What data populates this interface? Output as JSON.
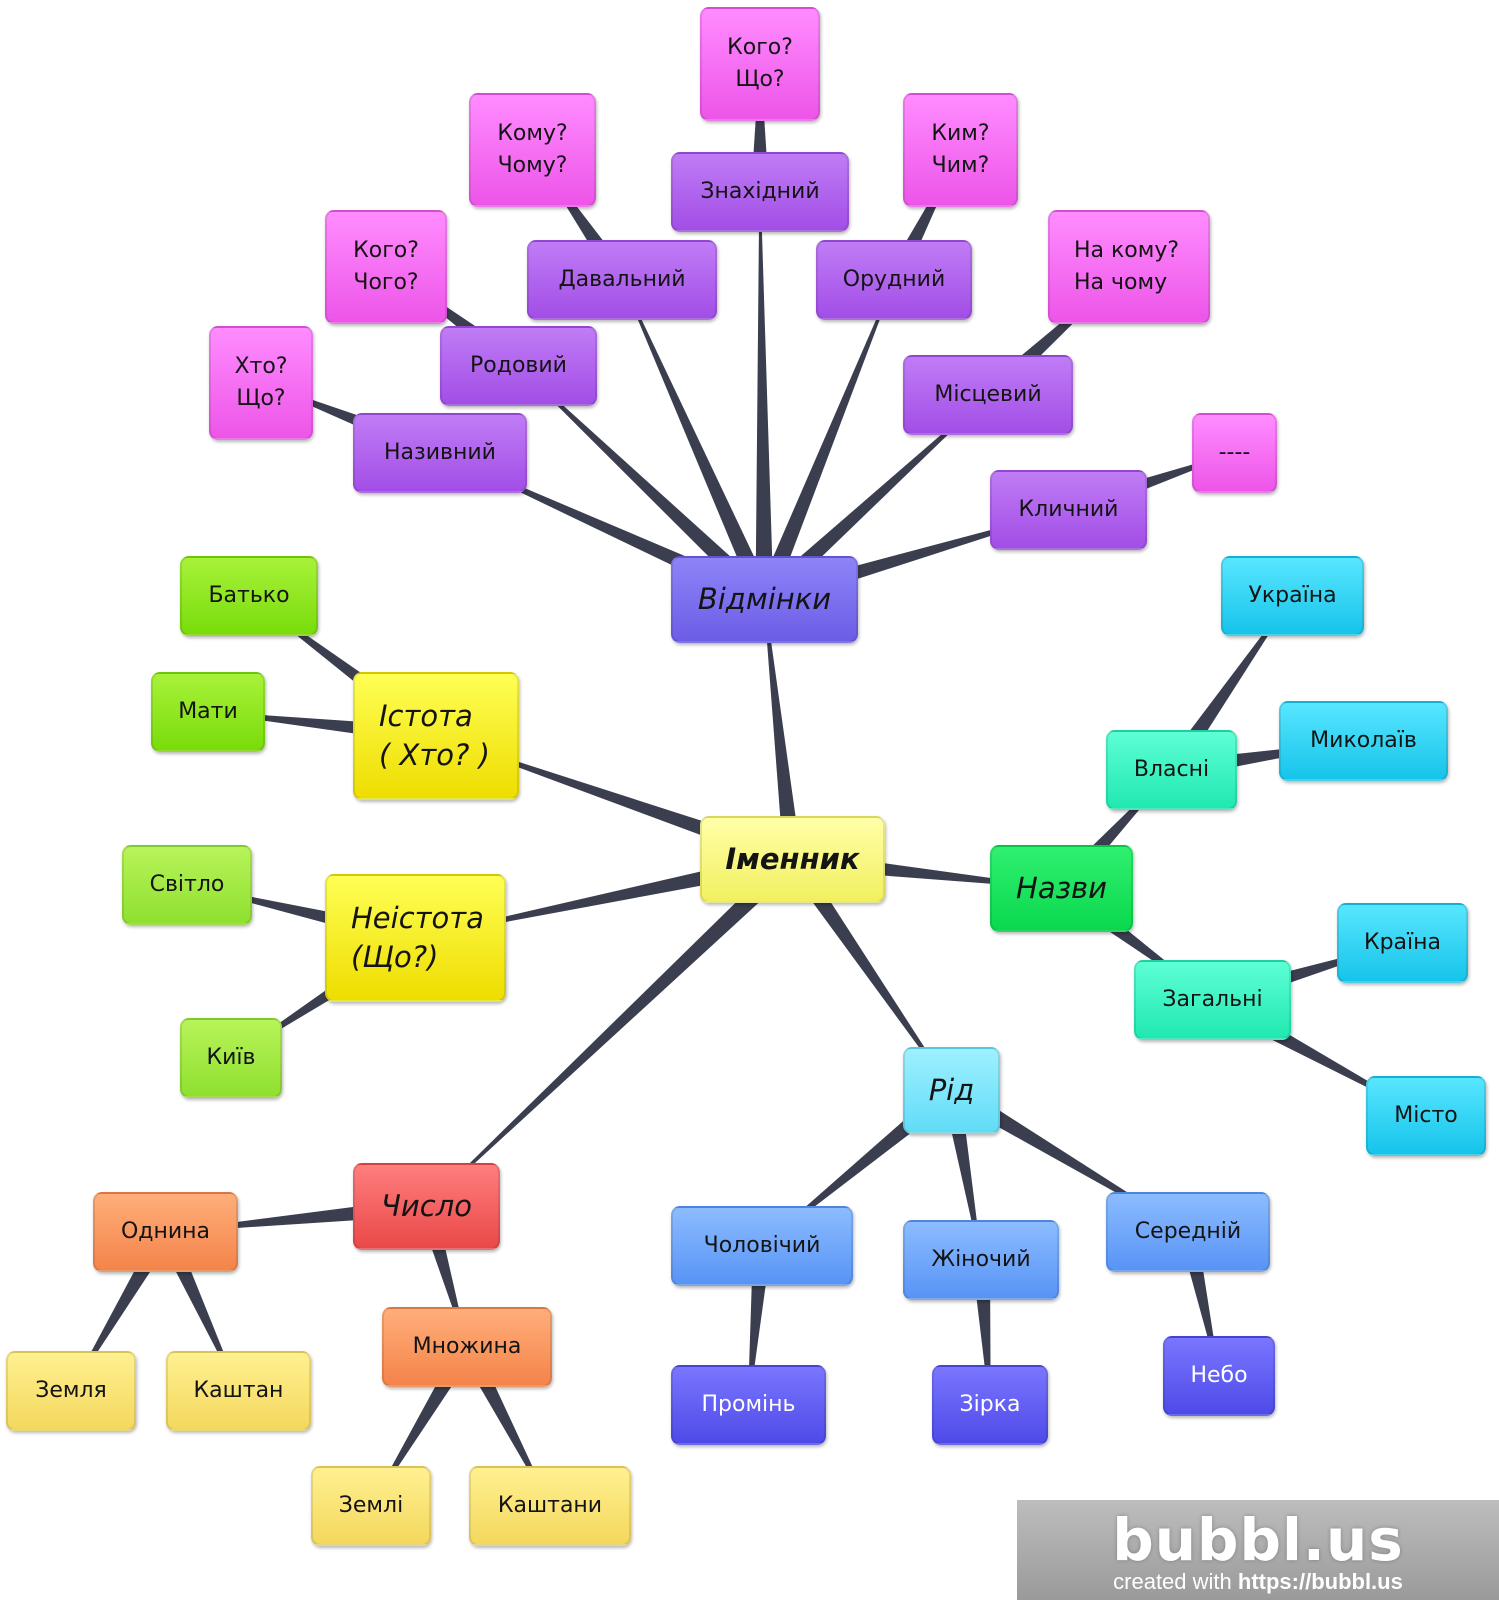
{
  "diagram": {
    "nodes": [
      {
        "id": "imennyk",
        "label": "Іменник"
      },
      {
        "id": "vidminky",
        "label": "Відмінки"
      },
      {
        "id": "nazyvnyi",
        "label": "Називний"
      },
      {
        "id": "rodovyi",
        "label": "Родовий"
      },
      {
        "id": "davalnyi",
        "label": "Давальний"
      },
      {
        "id": "znakhidnyi",
        "label": "Знахідний"
      },
      {
        "id": "orudnyi",
        "label": "Орудний"
      },
      {
        "id": "mistsevyi",
        "label": "Місцевий"
      },
      {
        "id": "klychnyi",
        "label": "Кличний"
      },
      {
        "id": "q_nazyvnyi",
        "label": "Хто?\nЩо?"
      },
      {
        "id": "q_rodovyi",
        "label": "Кого?\nЧого?"
      },
      {
        "id": "q_davalnyi",
        "label": "Кому?\nЧому?"
      },
      {
        "id": "q_znakhidnyi",
        "label": "Кого?\nЩо?"
      },
      {
        "id": "q_orudnyi",
        "label": "Ким?\nЧим?"
      },
      {
        "id": "q_mistsevyi",
        "label": "На кому?\nНа чому"
      },
      {
        "id": "q_klychnyi",
        "label": "----"
      },
      {
        "id": "istota",
        "label": "Істота\n( Хто?  )"
      },
      {
        "id": "batko",
        "label": "Батько"
      },
      {
        "id": "maty",
        "label": "Мати"
      },
      {
        "id": "neistota",
        "label": "Неістота\n(Що?)"
      },
      {
        "id": "svitlo",
        "label": "Світло"
      },
      {
        "id": "kyiv",
        "label": "Київ"
      },
      {
        "id": "nazvy",
        "label": "Назви"
      },
      {
        "id": "vlasni",
        "label": "Власні"
      },
      {
        "id": "ukraina",
        "label": "Україна"
      },
      {
        "id": "mykolaiv",
        "label": "Миколаїв"
      },
      {
        "id": "zahalni",
        "label": "Загальні"
      },
      {
        "id": "kraina",
        "label": "Країна"
      },
      {
        "id": "misto",
        "label": "Місто"
      },
      {
        "id": "rid",
        "label": "Рід"
      },
      {
        "id": "cholovichyi",
        "label": "Чоловічий"
      },
      {
        "id": "zhinochyi",
        "label": "Жіночий"
      },
      {
        "id": "serednii",
        "label": "Середній"
      },
      {
        "id": "promin",
        "label": "Промінь"
      },
      {
        "id": "zirka",
        "label": "Зірка"
      },
      {
        "id": "nebo",
        "label": "Небо"
      },
      {
        "id": "chyslo",
        "label": "Число"
      },
      {
        "id": "odnyna",
        "label": "Однина"
      },
      {
        "id": "mnozhyna",
        "label": "Множина"
      },
      {
        "id": "zemlia",
        "label": "Земля"
      },
      {
        "id": "kashtan",
        "label": "Каштан"
      },
      {
        "id": "zemli",
        "label": "Землі"
      },
      {
        "id": "kashtany",
        "label": "Каштани"
      }
    ],
    "edges": [
      [
        "imennyk",
        "vidminky"
      ],
      [
        "imennyk",
        "istota"
      ],
      [
        "imennyk",
        "neistota"
      ],
      [
        "imennyk",
        "nazvy"
      ],
      [
        "imennyk",
        "rid"
      ],
      [
        "imennyk",
        "chyslo"
      ],
      [
        "vidminky",
        "nazyvnyi"
      ],
      [
        "vidminky",
        "rodovyi"
      ],
      [
        "vidminky",
        "davalnyi"
      ],
      [
        "vidminky",
        "znakhidnyi"
      ],
      [
        "vidminky",
        "orudnyi"
      ],
      [
        "vidminky",
        "mistsevyi"
      ],
      [
        "vidminky",
        "klychnyi"
      ],
      [
        "nazyvnyi",
        "q_nazyvnyi"
      ],
      [
        "rodovyi",
        "q_rodovyi"
      ],
      [
        "davalnyi",
        "q_davalnyi"
      ],
      [
        "znakhidnyi",
        "q_znakhidnyi"
      ],
      [
        "orudnyi",
        "q_orudnyi"
      ],
      [
        "mistsevyi",
        "q_mistsevyi"
      ],
      [
        "klychnyi",
        "q_klychnyi"
      ],
      [
        "istota",
        "batko"
      ],
      [
        "istota",
        "maty"
      ],
      [
        "neistota",
        "svitlo"
      ],
      [
        "neistota",
        "kyiv"
      ],
      [
        "nazvy",
        "vlasni"
      ],
      [
        "nazvy",
        "zahalni"
      ],
      [
        "vlasni",
        "ukraina"
      ],
      [
        "vlasni",
        "mykolaiv"
      ],
      [
        "zahalni",
        "kraina"
      ],
      [
        "zahalni",
        "misto"
      ],
      [
        "rid",
        "cholovichyi"
      ],
      [
        "rid",
        "zhinochyi"
      ],
      [
        "rid",
        "serednii"
      ],
      [
        "cholovichyi",
        "promin"
      ],
      [
        "zhinochyi",
        "zirka"
      ],
      [
        "serednii",
        "nebo"
      ],
      [
        "chyslo",
        "odnyna"
      ],
      [
        "chyslo",
        "mnozhyna"
      ],
      [
        "odnyna",
        "zemlia"
      ],
      [
        "odnyna",
        "kashtan"
      ],
      [
        "mnozhyna",
        "zemli"
      ],
      [
        "mnozhyna",
        "kashtany"
      ]
    ]
  },
  "watermark": {
    "logo": "bubbl.us",
    "caption_prefix": "created with ",
    "caption_url": "https://bubbl.us"
  }
}
